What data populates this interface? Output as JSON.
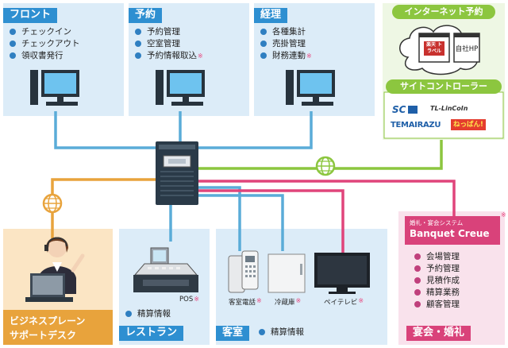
{
  "front": {
    "title": "フロント",
    "items": [
      "チェックイン",
      "チェックアウト",
      "領収書発行"
    ]
  },
  "yoyaku": {
    "title": "予約",
    "items": [
      "予約管理",
      "空室管理",
      "予約情報取込"
    ],
    "marked": [
      false,
      false,
      true
    ]
  },
  "keiri": {
    "title": "経理",
    "items": [
      "各種集計",
      "売掛管理",
      "財務連動"
    ],
    "marked": [
      false,
      false,
      true
    ]
  },
  "internet": {
    "title": "インターネット予約",
    "site1": "楽天 トラベル",
    "site2": "自社HP"
  },
  "site_controller": {
    "title": "サイトコントローラー",
    "logos": [
      "TL-LinCoIn",
      "TEMAIRAZU",
      "ねっぱん!"
    ]
  },
  "support": {
    "title_line1": "ビジネスプレーン",
    "title_line2": "サポートデスク"
  },
  "restaurant": {
    "title": "レストラン",
    "item": "精算情報",
    "pos_label": "POS"
  },
  "room": {
    "title": "客室",
    "item": "精算情報",
    "device_labels": [
      "客室電話",
      "冷蔵庫",
      "ペイテレビ"
    ]
  },
  "banquet": {
    "title": "宴会・婚礼",
    "subtitle": "婚礼・宴会システム",
    "product": "Banquet Creue",
    "items": [
      "会場管理",
      "予約管理",
      "見積作成",
      "精算業務",
      "顧客管理"
    ]
  },
  "mark": "※",
  "colors": {
    "blue_line": "#5aacd8",
    "green_line": "#8cc63f",
    "pink_line": "#e0457b",
    "orange_line": "#e8a33c",
    "blue_title": "#2e8fd1",
    "green_title": "#8cc63f",
    "pink_title": "#d9427a",
    "orange_title": "#e8a33c"
  }
}
